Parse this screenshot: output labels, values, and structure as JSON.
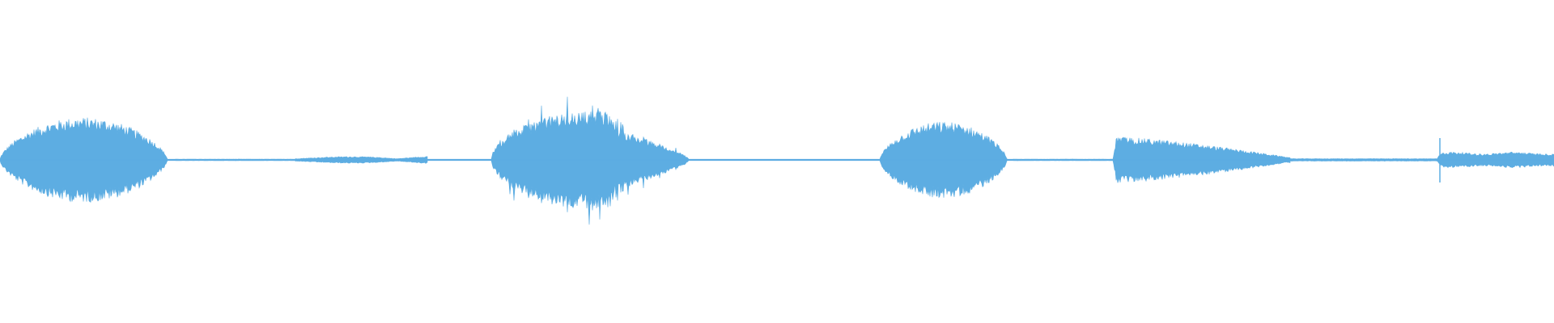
{
  "waveform": {
    "color": "#5dade2",
    "background": "#ffffff",
    "segments": [
      {
        "name": "segment-1",
        "start": 0.0,
        "end": 0.113,
        "level": 1.0,
        "shape": "burst"
      },
      {
        "name": "quiet-1",
        "start": 0.113,
        "end": 0.19,
        "level": 0.02,
        "shape": "flat"
      },
      {
        "name": "tail-1",
        "start": 0.19,
        "end": 0.275,
        "level": 0.1,
        "shape": "ripple"
      },
      {
        "name": "quiet-2",
        "start": 0.275,
        "end": 0.316,
        "level": 0.01,
        "shape": "flat"
      },
      {
        "name": "segment-2",
        "start": 0.316,
        "end": 0.443,
        "level": 1.15,
        "shape": "spiky"
      },
      {
        "name": "quiet-3",
        "start": 0.443,
        "end": 0.566,
        "level": 0.01,
        "shape": "flat"
      },
      {
        "name": "segment-3",
        "start": 0.566,
        "end": 0.652,
        "level": 0.9,
        "shape": "burst"
      },
      {
        "name": "quiet-4",
        "start": 0.652,
        "end": 0.716,
        "level": 0.02,
        "shape": "flat"
      },
      {
        "name": "segment-4",
        "start": 0.716,
        "end": 0.83,
        "level": 0.55,
        "shape": "decay"
      },
      {
        "name": "quiet-5",
        "start": 0.83,
        "end": 0.925,
        "level": 0.03,
        "shape": "flat"
      },
      {
        "name": "segment-5",
        "start": 0.925,
        "end": 1.0,
        "level": 0.22,
        "shape": "sustain"
      }
    ]
  }
}
